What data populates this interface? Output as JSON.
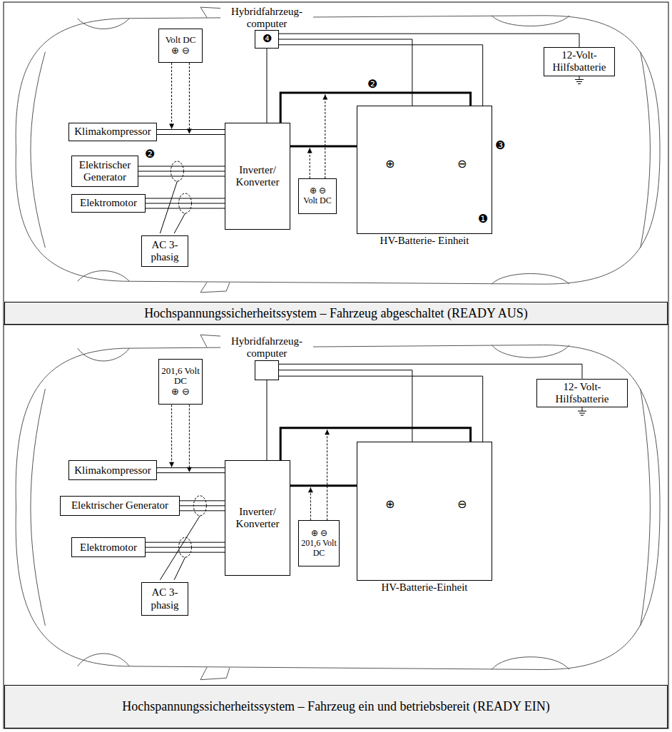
{
  "diagram": {
    "nodes": [
      {
        "text": [
          "Hybridfahrzeug- computer",
          "❹"
        ]
      },
      {
        "text": [
          "12-Volt- Hilfsbatterie"
        ]
      },
      {
        "text": [
          "Klimakompressor"
        ]
      },
      {
        "text": [
          "Elektrischer Generator"
        ]
      },
      {
        "text": [
          "Elektromotor"
        ]
      },
      {
        "text": [
          "Inverter/ Konverter"
        ]
      },
      {
        "text": [
          "Volt DC",
          "⊕ ⊖"
        ]
      },
      {
        "text": [
          "⊕ ⊖",
          "Volt DC"
        ]
      },
      {
        "text": [
          "AC 3-phasig"
        ]
      },
      {
        "text": [
          "HV-Batterie- Einheit"
        ]
      },
      {
        "text": [
          "Hochspannungssicherheitssystem – Fahrzeug abgeschaltet (READY AUS)"
        ]
      },
      {
        "text": [
          "Hybridfahrzeug- computer"
        ]
      },
      {
        "text": [
          "12- Volt-Hilfsbatterie"
        ]
      },
      {
        "text": [
          "Klimakompressor"
        ]
      },
      {
        "text": [
          "Elektrischer Generator"
        ]
      },
      {
        "text": [
          "Elektromotor"
        ]
      },
      {
        "text": [
          "Inverter/ Konverter"
        ]
      },
      {
        "text": [
          "201,6 Volt DC",
          "⊕ ⊖"
        ]
      },
      {
        "text": [
          "⊕ ⊖",
          "201,6 Volt DC"
        ]
      },
      {
        "text": [
          "AC 3-phasig"
        ]
      },
      {
        "text": [
          "HV-Batterie-Einheit"
        ]
      },
      {
        "text": [
          "Hochspannungssicherheitssystem – Fahrzeug ein und betriebsbereit (READY EIN)"
        ]
      }
    ],
    "edges": [
      {
        "from": 2,
        "to": 5,
        "arrow": "none"
      },
      {
        "from": 3,
        "to": 5,
        "arrow": "none"
      },
      {
        "from": 4,
        "to": 5,
        "arrow": "none"
      },
      {
        "from": 5,
        "to": 9,
        "arrow": "none"
      },
      {
        "from": 5,
        "to": 9,
        "arrow": "none"
      },
      {
        "from": 0,
        "to": 5,
        "arrow": "none"
      },
      {
        "from": 0,
        "to": 9,
        "arrow": "none"
      },
      {
        "from": 0,
        "to": 9,
        "arrow": "none"
      },
      {
        "from": 0,
        "to": 1,
        "arrow": "none"
      },
      {
        "from": 13,
        "to": 16,
        "arrow": "none"
      },
      {
        "from": 14,
        "to": 16,
        "arrow": "none"
      },
      {
        "from": 15,
        "to": 16,
        "arrow": "none"
      },
      {
        "from": 16,
        "to": 20,
        "arrow": "none"
      },
      {
        "from": 16,
        "to": 20,
        "arrow": "none"
      },
      {
        "from": 11,
        "to": 16,
        "arrow": "none"
      },
      {
        "from": 11,
        "to": 20,
        "arrow": "none"
      },
      {
        "from": 11,
        "to": 20,
        "arrow": "none"
      },
      {
        "from": 11,
        "to": 12,
        "arrow": "none"
      }
    ],
    "labels": [
      "❷",
      "❷",
      "❸",
      "❶",
      "⊕",
      "⊖",
      "⊕",
      "⊖"
    ]
  }
}
